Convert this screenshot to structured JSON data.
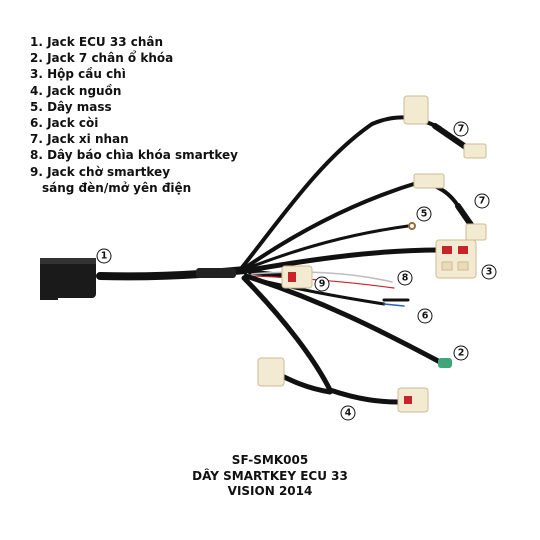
{
  "legend": {
    "items": [
      "1. Jack ECU 33 chân",
      "2. Jack 7 chân ổ khóa",
      "3. Hộp cầu chì",
      "4. Jack nguồn",
      "5. Dây mass",
      "6. Jack còi",
      "7. Jack xi nhan",
      "8. Dây báo chìa khóa smartkey",
      "9. Jack chờ smartkey"
    ],
    "item9_cont": "sáng đèn/mở yên điện"
  },
  "callouts": [
    "1",
    "2",
    "3",
    "4",
    "5",
    "6",
    "7",
    "7",
    "8",
    "9"
  ],
  "product": {
    "code": "SF-SMK005",
    "name": "DÂY SMARTKEY ECU 33",
    "model": "VISION 2014"
  },
  "colors": {
    "cable": "#111111",
    "connector_white": "#f3ead2",
    "connector_green": "#3fa57a",
    "wire_red": "#c8242b",
    "wire_blue": "#2e64b8"
  }
}
